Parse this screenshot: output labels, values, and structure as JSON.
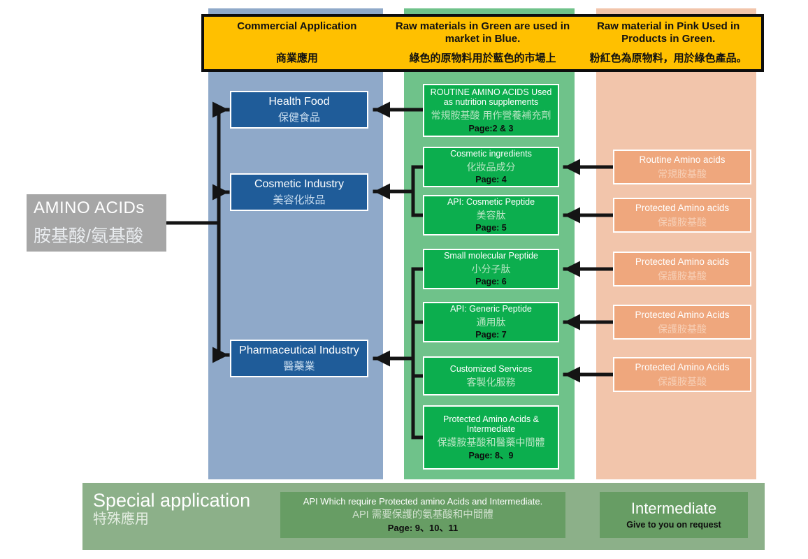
{
  "legend": {
    "commercial": {
      "en": "Commercial Application",
      "zh": "商業應用"
    },
    "green_to_blue": {
      "en": "Raw materials in Green are used in market in Blue.",
      "zh": "綠色的原物料用於藍色的市場上"
    },
    "pink_to_green": {
      "en": "Raw material in Pink Used in Products in Green.",
      "zh": "粉紅色為原物料，用於綠色產品。"
    }
  },
  "root": {
    "en": "AMINO ACIDs",
    "zh": "胺基酸/氨基酸"
  },
  "markets": [
    {
      "en": "Health Food",
      "zh": "保健食品"
    },
    {
      "en": "Cosmetic Industry",
      "zh": "美容化妝品"
    },
    {
      "en": "Pharmaceutical Industry",
      "zh": "醫藥業"
    }
  ],
  "products": [
    {
      "en": "ROUTINE AMINO ACIDS Used as nutrition supplements",
      "zh": "常規胺基酸 用作營養補充劑",
      "page": "Page:2 & 3"
    },
    {
      "en": "Cosmetic ingredients",
      "zh": "化妝品成分",
      "page": "Page: 4"
    },
    {
      "en": "API: Cosmetic Peptide",
      "zh": "美容肽",
      "page": "Page: 5"
    },
    {
      "en": "Small molecular Peptide",
      "zh": "小分子肽",
      "page": "Page: 6"
    },
    {
      "en": "API: Generic Peptide",
      "zh": "通用肽",
      "page": "Page: 7"
    },
    {
      "en": "Customized Services",
      "zh": "客製化服務"
    },
    {
      "en": "Protected Amino Acids & Intermediate",
      "zh": "保護胺基酸和醫藥中間體",
      "page": "Page: 8、9"
    }
  ],
  "raw_materials": [
    {
      "en": "Routine Amino acids",
      "zh": "常規胺基酸"
    },
    {
      "en": "Protected Amino acids",
      "zh": "保護胺基酸"
    },
    {
      "en": "Protected Amino acids",
      "zh": "保護胺基酸"
    },
    {
      "en": "Protected Amino Acids",
      "zh": "保護胺基酸"
    },
    {
      "en": "Protected Amino Acids",
      "zh": "保護胺基酸"
    }
  ],
  "footer": {
    "title": {
      "en": "Special application",
      "zh": "特殊應用"
    },
    "api_box": {
      "en": "API Which require Protected amino Acids and Intermediate.",
      "zh": "API 需要保護的氨基酸和中間體",
      "page": "Page: 9、10、11"
    },
    "intermediate": {
      "en": "Intermediate",
      "note": "Give to you on request"
    }
  },
  "colors": {
    "yellow": "#FFC000",
    "col_blue": "#8FA9C9",
    "box_blue": "#1F5C99",
    "col_green": "#6FC28A",
    "box_green": "#0CAE4E",
    "col_pink": "#F2C5AB",
    "box_pink": "#EFA77D",
    "gray": "#A6A6A6",
    "footer_bg": "#8CB089",
    "footer_box": "#679D64"
  }
}
